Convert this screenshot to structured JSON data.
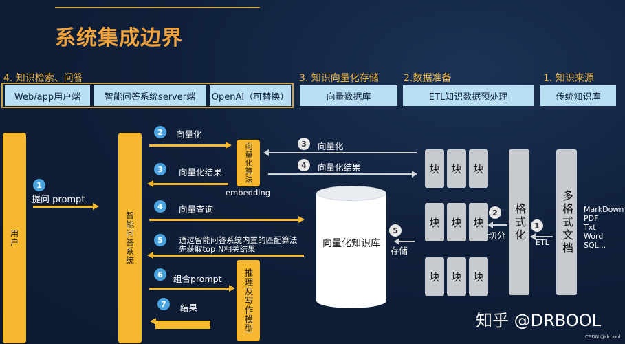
{
  "title": "系统集成边界",
  "sections": {
    "s4": "4. 知识检索、问答",
    "s3": "3. 知识向量化存储",
    "s2": "2.数据准备",
    "s1": "1. 知识来源"
  },
  "header_boxes": {
    "web_app": "Web/app用户端",
    "qa_server": "智能问答系统server端",
    "openai": "OpenAI（可替换）",
    "vector_db": "向量数据库",
    "etl": "ETL知识数据预处理",
    "traditional_kb": "传统知识库"
  },
  "flow": {
    "user": "用户",
    "qa_system": "智能问答系统",
    "vectorize_algo": "向量化算法",
    "embedding": "embedding",
    "reasoning": "推理及写作模型",
    "vector_kb": "向量化知识库",
    "formatting": "格式化",
    "multi_format_doc": "多格式文档",
    "block": "块"
  },
  "steps": {
    "s1": {
      "num": "1",
      "label": "提问 prompt"
    },
    "s2": {
      "num": "2",
      "label": "向量化"
    },
    "s3": {
      "num": "3",
      "label": "向量化结果"
    },
    "s4": {
      "num": "4",
      "label": "向量查询"
    },
    "s5": {
      "num": "5",
      "label1": "通过智能问答系统内置的匹配算法",
      "label2": "先获取top N相关结果"
    },
    "s6": {
      "num": "6",
      "label": "组合prompt"
    },
    "s7": {
      "num": "7",
      "label": "结果"
    },
    "r3": {
      "num": "3",
      "label": "向量化"
    },
    "r4": {
      "num": "4",
      "label": "向量化结果"
    },
    "r5": {
      "num": "5",
      "label": "存储"
    },
    "r2": {
      "num": "2",
      "label": "切分"
    },
    "r1": {
      "num": "1",
      "label": "ETL"
    }
  },
  "formats": [
    "MarkDown",
    "PDF",
    "Txt",
    "Word",
    "SQL..."
  ],
  "watermark": "知乎 @DRBOOL",
  "csdn": "CSDN @drbool",
  "colors": {
    "accent_gold": "#f5b82e",
    "title_orange": "#f0a23c",
    "header_box": "#b9dff3",
    "step_blue": "#4aa3df",
    "background": "#10203a"
  }
}
